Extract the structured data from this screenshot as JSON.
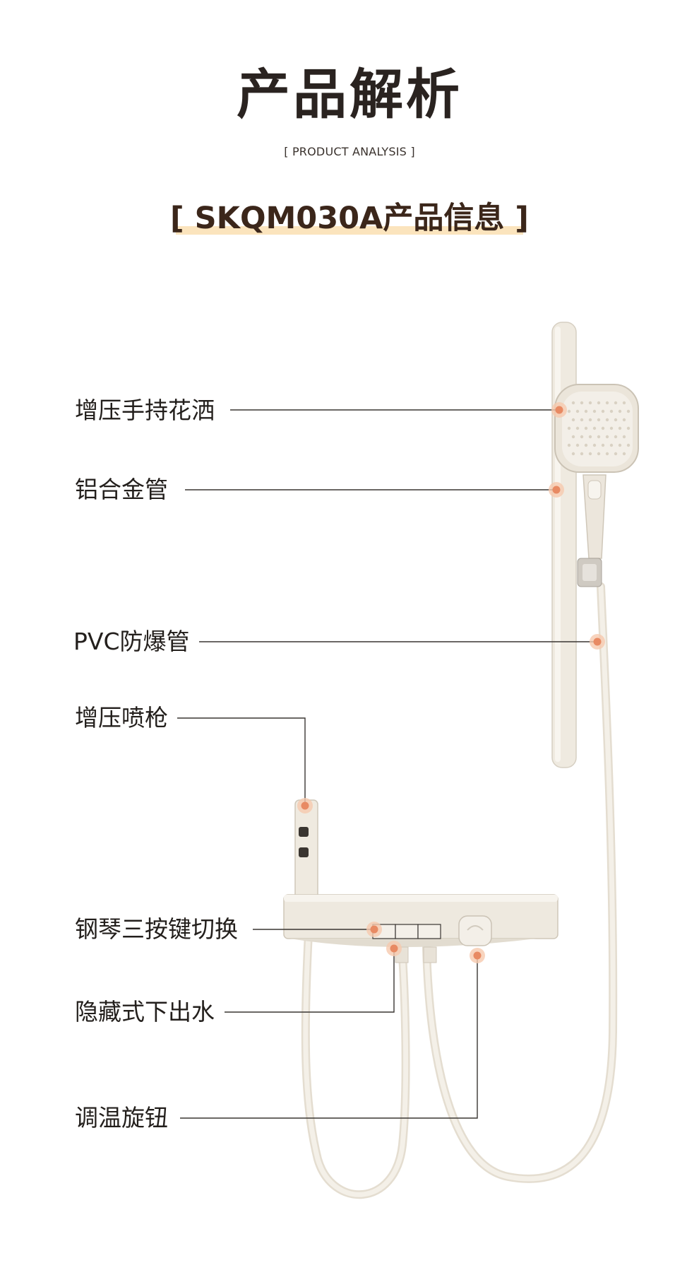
{
  "header": {
    "title": "产品解析",
    "subtitle": "[ PRODUCT ANALYSIS ]",
    "model_info": "[ SKQM030A产品信息 ]"
  },
  "callouts": [
    {
      "label": "增压手持花洒"
    },
    {
      "label": "铝合金管"
    },
    {
      "label": "PVC防爆管"
    },
    {
      "label": "增压喷枪"
    },
    {
      "label": "钢琴三按键切换"
    },
    {
      "label": "隐藏式下出水"
    },
    {
      "label": "调温旋钮"
    }
  ],
  "colors": {
    "product": "#efeae0",
    "product_edge": "#c9c2b5",
    "marker": "#f1b08c",
    "marker_core": "#e88a63",
    "leader_line": "#3a3632",
    "highlight": "#fbe4bd"
  }
}
